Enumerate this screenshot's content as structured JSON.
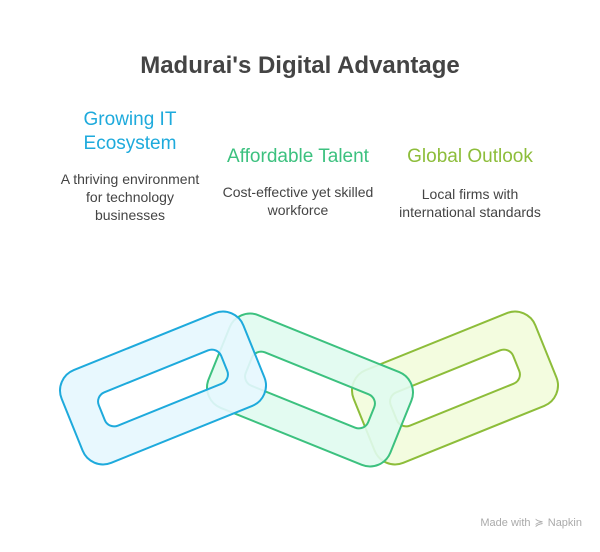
{
  "title": "Madurai's Digital Advantage",
  "items": [
    {
      "heading": "Growing IT Ecosystem",
      "description": "A thriving environment for technology businesses",
      "color": "#1eaadc",
      "fill": "#e6f7fe"
    },
    {
      "heading": "Affordable Talent",
      "description": "Cost-effective yet skilled workforce",
      "color": "#3cc17f",
      "fill": "#e0fbef"
    },
    {
      "heading": "Global Outlook",
      "description": "Local firms with international standards",
      "color": "#8dbd3a",
      "fill": "#f2fcdc"
    }
  ],
  "footer": {
    "made_with": "Made with",
    "brand": "Napkin"
  }
}
